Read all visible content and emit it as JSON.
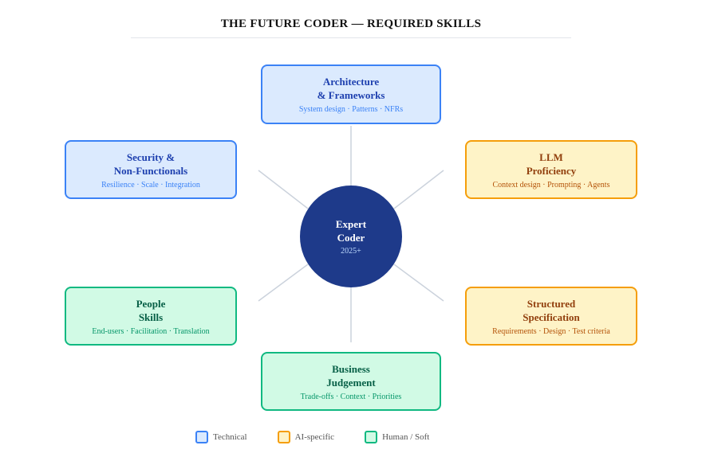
{
  "title": "THE FUTURE CODER — REQUIRED SKILLS",
  "center": {
    "title1": "Expert",
    "title2": "Coder",
    "sub": "2025+"
  },
  "nodes": [
    {
      "id": "architecture",
      "title1": "Architecture",
      "title2": "& Frameworks",
      "sub": "System design · Patterns · NFRs",
      "category": "Technical"
    },
    {
      "id": "llm",
      "title1": "LLM",
      "title2": "Proficiency",
      "sub": "Context design · Prompting · Agents",
      "category": "AI-specific"
    },
    {
      "id": "spec",
      "title1": "Structured",
      "title2": "Specification",
      "sub": "Requirements · Design · Test criteria",
      "category": "AI-specific"
    },
    {
      "id": "business",
      "title1": "Business",
      "title2": "Judgement",
      "sub": "Trade-offs · Context · Priorities",
      "category": "Human / Soft"
    },
    {
      "id": "people",
      "title1": "People",
      "title2": "Skills",
      "sub": "End-users · Facilitation · Translation",
      "category": "Human / Soft"
    },
    {
      "id": "security",
      "title1": "Security &",
      "title2": "Non-Functionals",
      "sub": "Resilience · Scale · Integration",
      "category": "Technical"
    }
  ],
  "legend": [
    {
      "label": "Technical",
      "fill": "#dbeafe",
      "border": "#3b82f6"
    },
    {
      "label": "AI-specific",
      "fill": "#fef3c7",
      "border": "#f59e0b"
    },
    {
      "label": "Human / Soft",
      "fill": "#d1fae5",
      "border": "#10b981"
    }
  ]
}
